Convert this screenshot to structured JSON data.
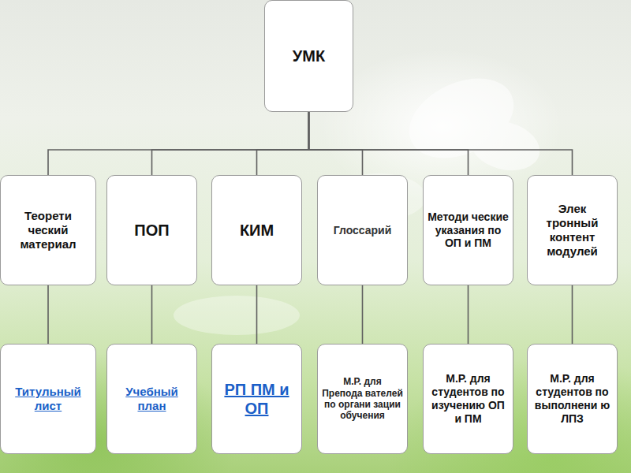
{
  "diagram": {
    "nodes": [
      {
        "text": [
          "УМК"
        ]
      },
      {
        "text": [
          "Теорети ческий материал"
        ]
      },
      {
        "text": [
          "ПОП"
        ]
      },
      {
        "text": [
          "КИМ"
        ]
      },
      {
        "text": [
          "Глоссарий"
        ]
      },
      {
        "text": [
          "Методи ческие указания по ОП и ПМ"
        ]
      },
      {
        "text": [
          "Элек тронный контент модулей"
        ]
      },
      {
        "text": [
          "Титульный лист"
        ]
      },
      {
        "text": [
          "Учебный план"
        ]
      },
      {
        "text": [
          "РП ПМ и ОП"
        ]
      },
      {
        "text": [
          "М.Р. для Препода вателей по органи зации обучения"
        ]
      },
      {
        "text": [
          "М.Р. для студентов по изучению ОП и ПМ"
        ]
      },
      {
        "text": [
          "М.Р. для студентов по выполнени ю ЛПЗ"
        ]
      }
    ],
    "edges": [
      {
        "from": 0,
        "to": 1,
        "arrow": "none"
      },
      {
        "from": 0,
        "to": 2,
        "arrow": "none"
      },
      {
        "from": 0,
        "to": 3,
        "arrow": "none"
      },
      {
        "from": 0,
        "to": 4,
        "arrow": "none"
      },
      {
        "from": 0,
        "to": 5,
        "arrow": "none"
      },
      {
        "from": 0,
        "to": 6,
        "arrow": "none"
      },
      {
        "from": 1,
        "to": 7,
        "arrow": "none"
      },
      {
        "from": 2,
        "to": 8,
        "arrow": "none"
      },
      {
        "from": 3,
        "to": 9,
        "arrow": "none"
      },
      {
        "from": 4,
        "to": 10,
        "arrow": "none"
      },
      {
        "from": 5,
        "to": 11,
        "arrow": "none"
      },
      {
        "from": 6,
        "to": 12,
        "arrow": "none"
      }
    ]
  }
}
